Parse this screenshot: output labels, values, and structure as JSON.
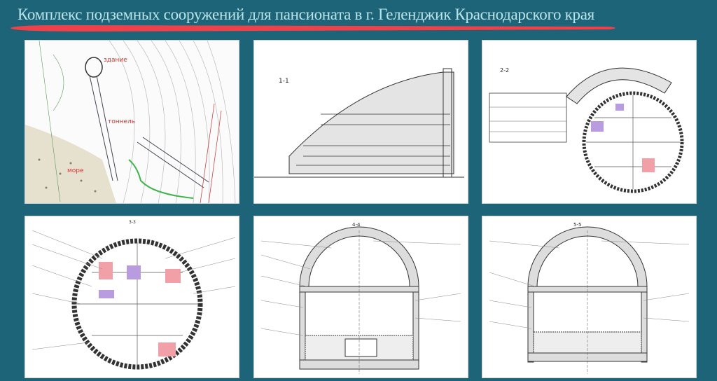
{
  "slide": {
    "title": "Комплекс подземных сооружений для пансионата в г. Геленджик Краснодарского края",
    "accent_color": "#f0414a",
    "background_color": "#1e6478"
  },
  "drawings": {
    "site_plan": {
      "label_building": "здание",
      "label_tunnel": "тоннель",
      "label_sea": "море"
    },
    "section_1": {
      "label": "1-1"
    },
    "section_2": {
      "label": "2-2"
    },
    "section_3": {
      "label": "3-3"
    },
    "section_4": {
      "label": "4-4"
    },
    "section_5": {
      "label": "5-5"
    }
  }
}
